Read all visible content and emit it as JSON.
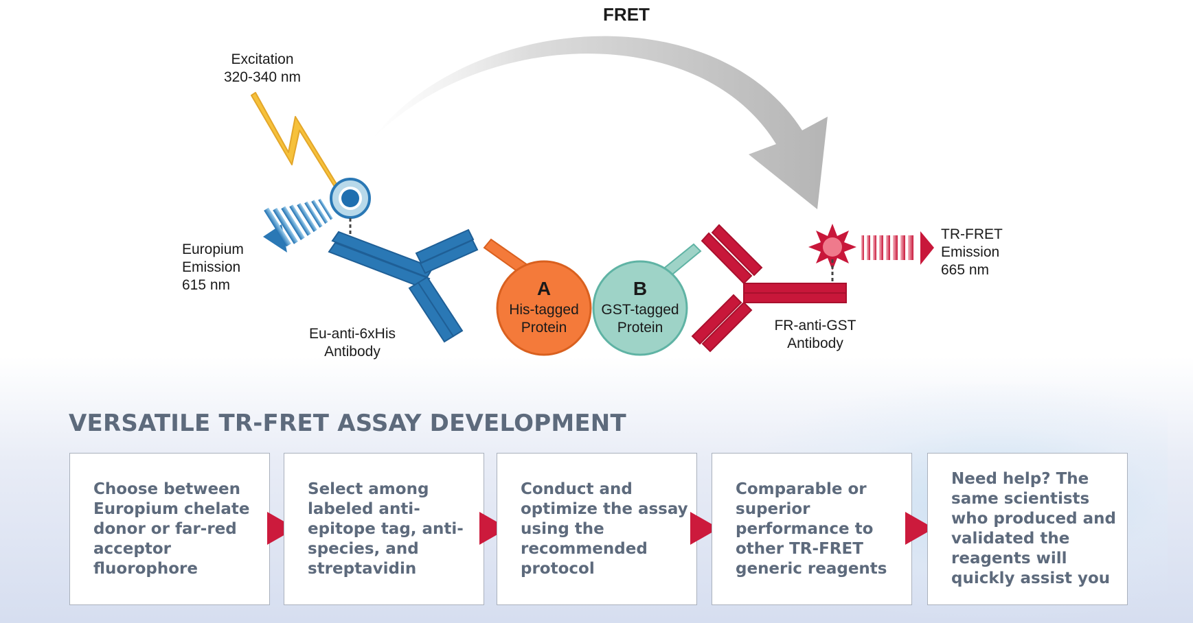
{
  "diagram": {
    "title": "FRET",
    "excitation": [
      "Excitation",
      "320-340 nm"
    ],
    "europium_emission": [
      "Europium",
      "Emission",
      "615 nm"
    ],
    "eu_antibody": [
      "Eu-anti-6xHis",
      "Antibody"
    ],
    "protein_a": {
      "letter": "A",
      "line1": "His-tagged",
      "line2": "Protein",
      "color": "#f47a3a"
    },
    "protein_b": {
      "letter": "B",
      "line1": "GST-tagged",
      "line2": "Protein",
      "color": "#9ed3c7"
    },
    "fr_antibody": [
      "FR-anti-GST",
      "Antibody"
    ],
    "trfret_emission": [
      "TR-FRET",
      "Emission",
      "665 nm"
    ],
    "colors": {
      "eu_blue": "#2a78b5",
      "fr_red": "#c8173a",
      "lightning": "#f6c13b",
      "fret_arrow": "#b8b8b8"
    }
  },
  "section": {
    "heading": "VERSATILE TR-FRET ASSAY DEVELOPMENT",
    "cards": [
      "Choose between Europium chelate donor or far-red acceptor fluorophore",
      "Select among labeled anti-epitope tag, anti-species, and streptavidin",
      "Conduct and optimize the assay using the recommended protocol",
      "Comparable or superior performance to other TR-FRET generic reagents",
      "Need help? The same scientists who produced and validated the reagents will quickly assist you"
    ],
    "accent": "#cc1a3c"
  }
}
